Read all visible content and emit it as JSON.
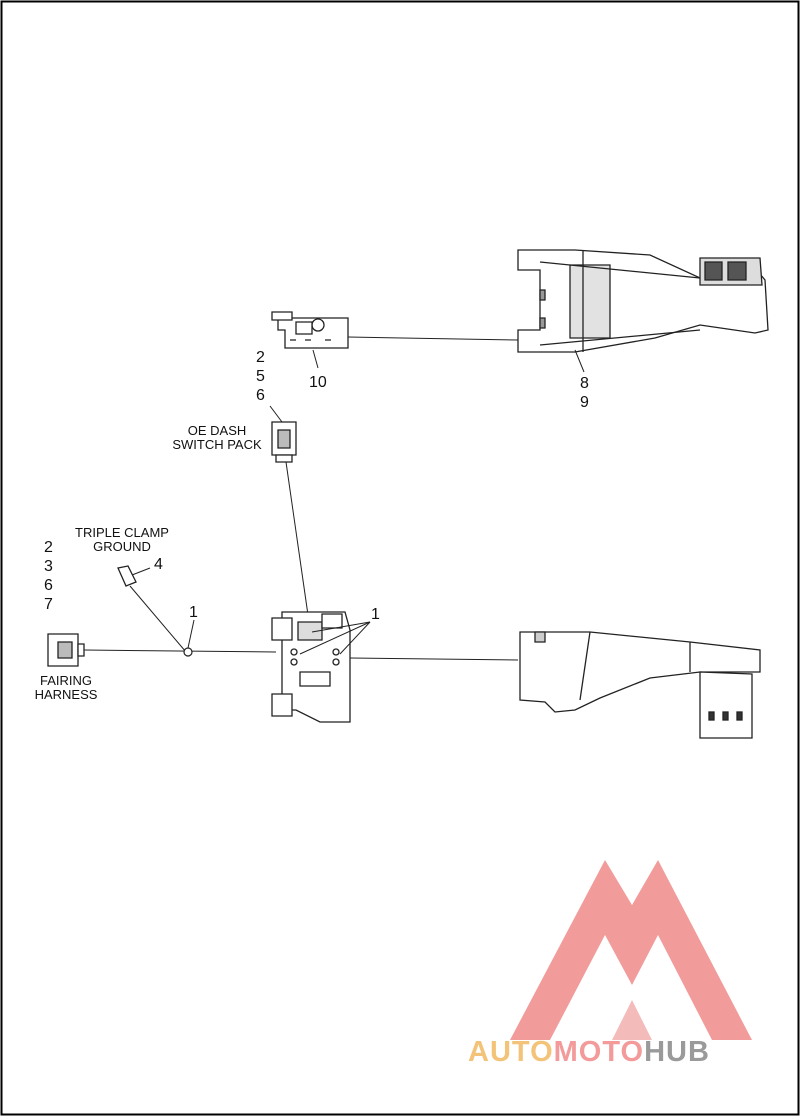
{
  "callouts": {
    "item_10": "10",
    "stack_8_9": [
      "8",
      "9"
    ],
    "stack_2_5_6": [
      "2",
      "5",
      "6"
    ],
    "stack_2_3_6_7": [
      "2",
      "3",
      "6",
      "7"
    ],
    "item_4": "4",
    "item_1_clamp": "1",
    "item_1_bracket": "1"
  },
  "labels": {
    "oe_dash_line1": "OE DASH",
    "oe_dash_line2": "SWITCH PACK",
    "triple_clamp_line1": "TRIPLE CLAMP",
    "triple_clamp_line2": "GROUND",
    "fairing_line1": "FAIRING",
    "fairing_line2": "HARNESS"
  },
  "watermark": {
    "part1": "AUTO",
    "part2": "MOTO",
    "part3": "HUB",
    "color1": "#f4c37a",
    "color2": "#f39a9a",
    "color3": "#9a9a9a",
    "logo_color": "#f08a8a"
  }
}
